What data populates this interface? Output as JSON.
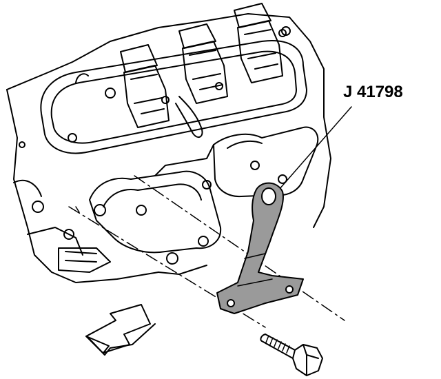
{
  "diagram": {
    "callout": {
      "label": "J 41798"
    },
    "colors": {
      "ink": "#000000",
      "paper": "#ffffff",
      "tool_fill": "#9a9a9a"
    },
    "parts": {
      "engine": "engine-block",
      "valve_cover": "valve-cover",
      "ignition_coils": "ignition-coil",
      "exhaust_manifold": "exhaust-manifold",
      "tool": "lifting-bracket-tool",
      "bolt": "mounting-bolt",
      "arrow": "direction-arrow-icon"
    }
  }
}
